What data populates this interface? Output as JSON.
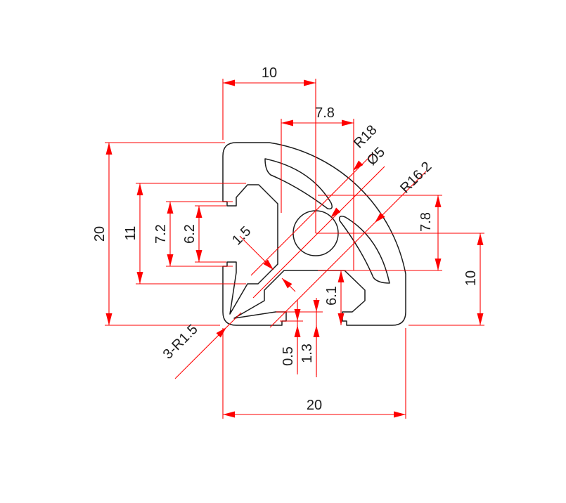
{
  "drawing": {
    "type": "cad-cross-section",
    "subject": "20x20 rounded-corner aluminum extrusion profile",
    "colors": {
      "dimension_lines": "#fe0000",
      "profile_outline": "#1c1c1c",
      "background": "#ffffff"
    },
    "labels": {
      "top_half_width": "10",
      "web_offset_top": "7.8",
      "outer_corner_radius": "R18",
      "center_hole_diameter": "Ø5",
      "slot_arc_radius": "R16.2",
      "overall_height": "20",
      "cavity_width": "11",
      "lip_step_width": "7.2",
      "slot_opening_width": "6.2",
      "rib_thickness": "1.5",
      "web_offset_right": "7.8",
      "right_half_height": "10",
      "slot_depth": "6.1",
      "lip_step_small": "0.5",
      "lip_step_large": "1.3",
      "corner_fillet_note": "3-R1.5",
      "overall_width": "20"
    }
  }
}
